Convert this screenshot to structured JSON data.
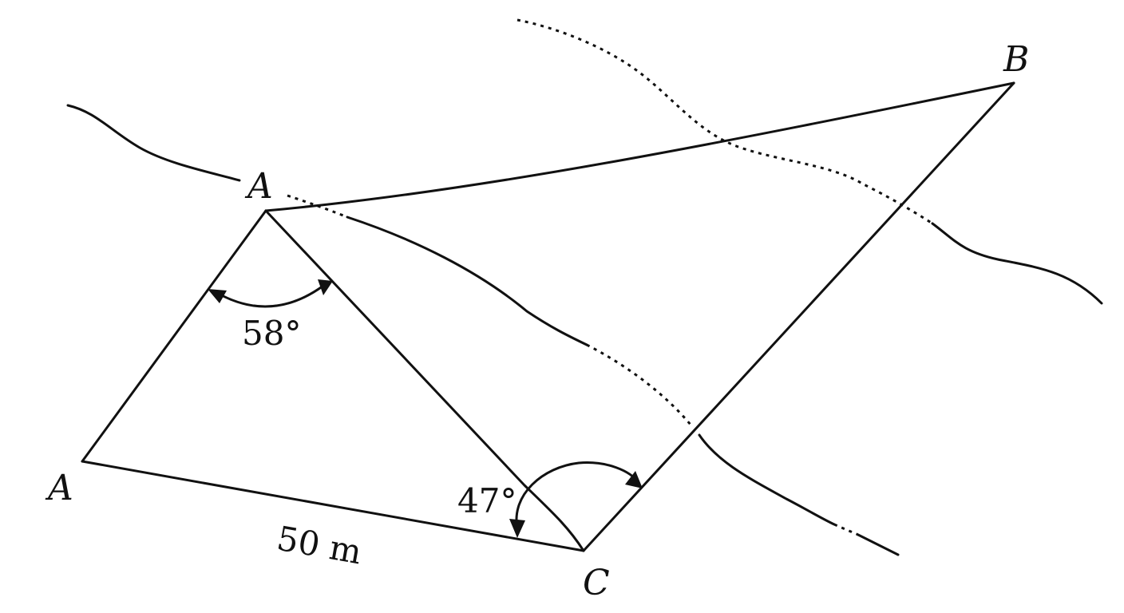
{
  "points": {
    "a_top": "A",
    "a_bottom": "A",
    "b": "B",
    "c": "C"
  },
  "measurements": {
    "angle_at_a": "58°",
    "angle_at_c": "47°",
    "distance_ac": "50 m"
  }
}
